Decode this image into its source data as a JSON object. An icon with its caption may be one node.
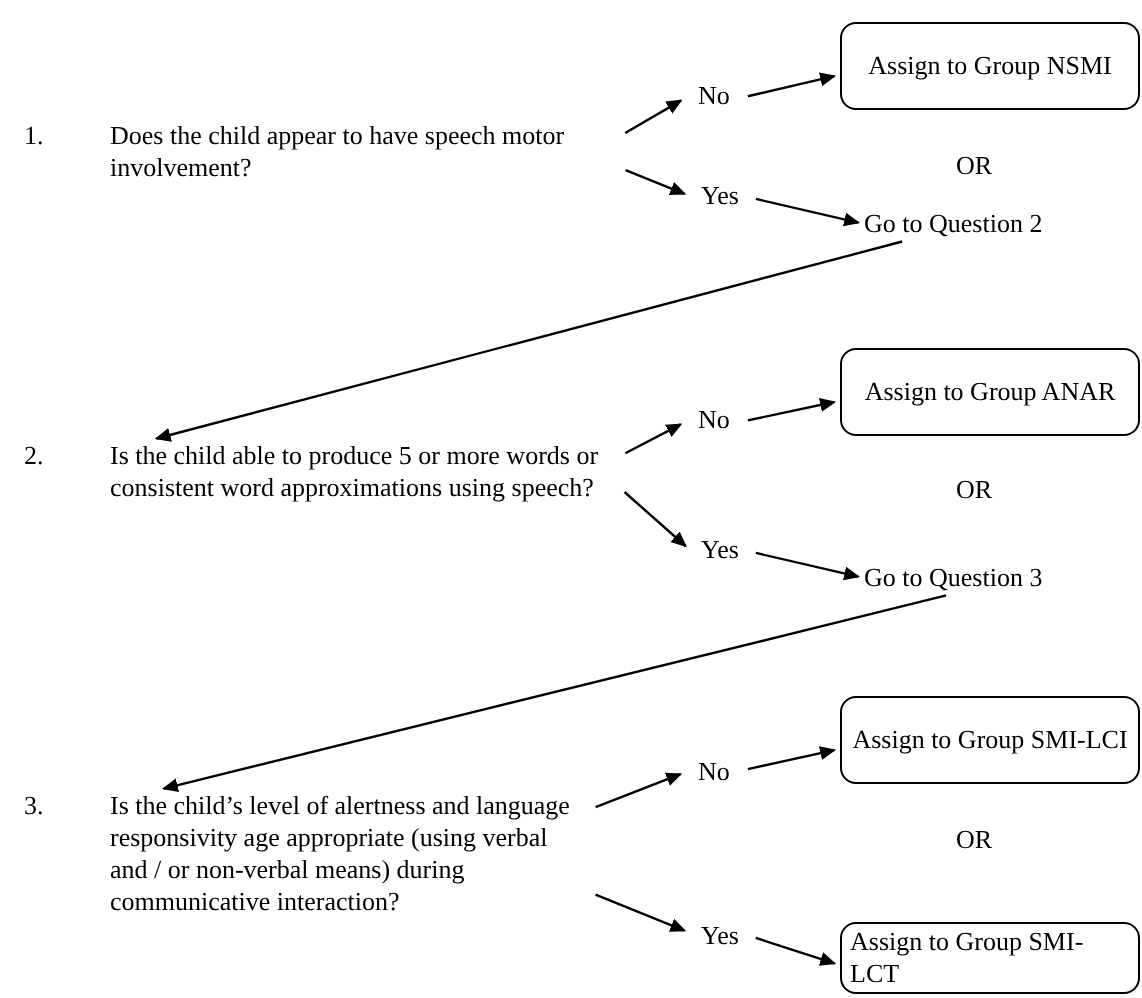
{
  "diagram": {
    "nodes": [
      {
        "text": [
          "Does the child appear to have speech motor involvement?"
        ]
      },
      {
        "text": [
          "No"
        ]
      },
      {
        "text": [
          "Assign to Group NSMI"
        ]
      },
      {
        "text": [
          "Yes"
        ]
      },
      {
        "text": [
          "Go to Question 2"
        ]
      },
      {
        "text": [
          "Is the child able to produce 5 or more words or consistent word approximations using speech?"
        ]
      },
      {
        "text": [
          "No"
        ]
      },
      {
        "text": [
          "Assign to Group ANAR"
        ]
      },
      {
        "text": [
          "Yes"
        ]
      },
      {
        "text": [
          "Go to Question 3"
        ]
      },
      {
        "text": [
          "Is the child’s level of alertness and language responsivity age appropriate (using verbal and / or non-verbal means) during communicative interaction?"
        ]
      },
      {
        "text": [
          "No"
        ]
      },
      {
        "text": [
          "Assign to Group SMI-LCI"
        ]
      },
      {
        "text": [
          "Yes"
        ]
      },
      {
        "text": [
          "Assign to Group SMI-LCT"
        ]
      }
    ],
    "edges": [
      {
        "from": 0,
        "to": 1,
        "arrow": "to"
      },
      {
        "from": 1,
        "to": 2,
        "arrow": "to"
      },
      {
        "from": 0,
        "to": 3,
        "arrow": "to"
      },
      {
        "from": 3,
        "to": 4,
        "arrow": "to"
      },
      {
        "from": 4,
        "to": 5,
        "arrow": "to"
      },
      {
        "from": 5,
        "to": 6,
        "arrow": "to"
      },
      {
        "from": 6,
        "to": 7,
        "arrow": "to"
      },
      {
        "from": 5,
        "to": 8,
        "arrow": "to"
      },
      {
        "from": 8,
        "to": 9,
        "arrow": "to"
      },
      {
        "from": 9,
        "to": 10,
        "arrow": "to"
      },
      {
        "from": 10,
        "to": 11,
        "arrow": "to"
      },
      {
        "from": 11,
        "to": 12,
        "arrow": "to"
      },
      {
        "from": 10,
        "to": 13,
        "arrow": "to"
      },
      {
        "from": 13,
        "to": 14,
        "arrow": "to"
      }
    ],
    "labels": [
      "1.",
      "OR",
      "2.",
      "OR",
      "3.",
      "OR"
    ]
  }
}
